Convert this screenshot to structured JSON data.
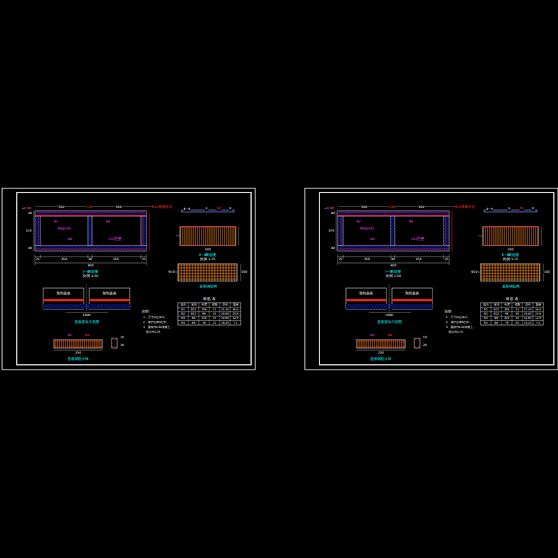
{
  "diagram": {
    "labels": [
      "±0.00",
      "500",
      "C30",
      "300",
      "M10浆砌片石",
      "Φ8@200",
      "N2",
      "N4",
      "N3",
      "C15垫层",
      "40",
      "320",
      "40",
      "25",
      "350",
      "30",
      "350",
      "25",
      "800",
      "Ⅰ—Ⅰ断面图",
      "比例 1:50",
      "Ⅱ—Ⅱ",
      "①",
      "N1",
      "②",
      "500",
      "Ⅱ—Ⅱ断面图",
      "比例 1:25",
      "Φ10",
      "100",
      "盖板钢筋网",
      "预制盖板",
      "预制盖板",
      "1000",
      "盖板安装示意图",
      "N1",
      "Φ8",
      "250",
      "盖板钢筋大样",
      "10",
      "20",
      "说明:",
      "1、尺寸以厘米计。",
      "2、保护层厚3厘米。",
      "3、盖板用C30混凝土，",
      "垫层用C15。",
      "钢 筋 表",
      "编号",
      "直径",
      "长度",
      "根数",
      "总长",
      "重量",
      "N1",
      "Φ12",
      "296",
      "14",
      "41.44",
      "36.8",
      "N2",
      "Φ12",
      "96",
      "30",
      "28.80",
      "25.6",
      "N3",
      "Φ8",
      "326",
      "10",
      "32.60",
      "12.9",
      "N4",
      "Φ8",
      "76",
      "24",
      "18.24",
      "7.2",
      "±0.00",
      "500",
      "C30",
      "300",
      "M10浆砌片石",
      "Φ8@200",
      "N2",
      "N4",
      "N3",
      "C15垫层",
      "40",
      "320",
      "40",
      "25",
      "350",
      "30",
      "350",
      "25",
      "800",
      "Ⅰ—Ⅰ断面图",
      "比例 1:50",
      "Ⅱ—Ⅱ",
      "①",
      "N1",
      "②",
      "500",
      "Ⅱ—Ⅱ断面图",
      "比例 1:25",
      "Φ10",
      "100",
      "盖板钢筋网",
      "预制盖板",
      "预制盖板",
      "1000",
      "盖板安装示意图",
      "N1",
      "Φ8",
      "250",
      "盖板钢筋大样",
      "10",
      "20",
      "说明:",
      "1、尺寸以厘米计。",
      "2、保护层厚3厘米。",
      "3、盖板用C30混凝土，",
      "垫层用C15。",
      "钢 筋 表",
      "编号",
      "直径",
      "长度",
      "根数",
      "总长",
      "重量",
      "N1",
      "Φ12",
      "296",
      "14",
      "41.44",
      "36.8",
      "N2",
      "Φ12",
      "96",
      "30",
      "28.80",
      "25.6",
      "N3",
      "Φ8",
      "326",
      "10",
      "32.60",
      "12.9",
      "N4",
      "Φ8",
      "76",
      "24",
      "18.24",
      "7.2"
    ]
  }
}
